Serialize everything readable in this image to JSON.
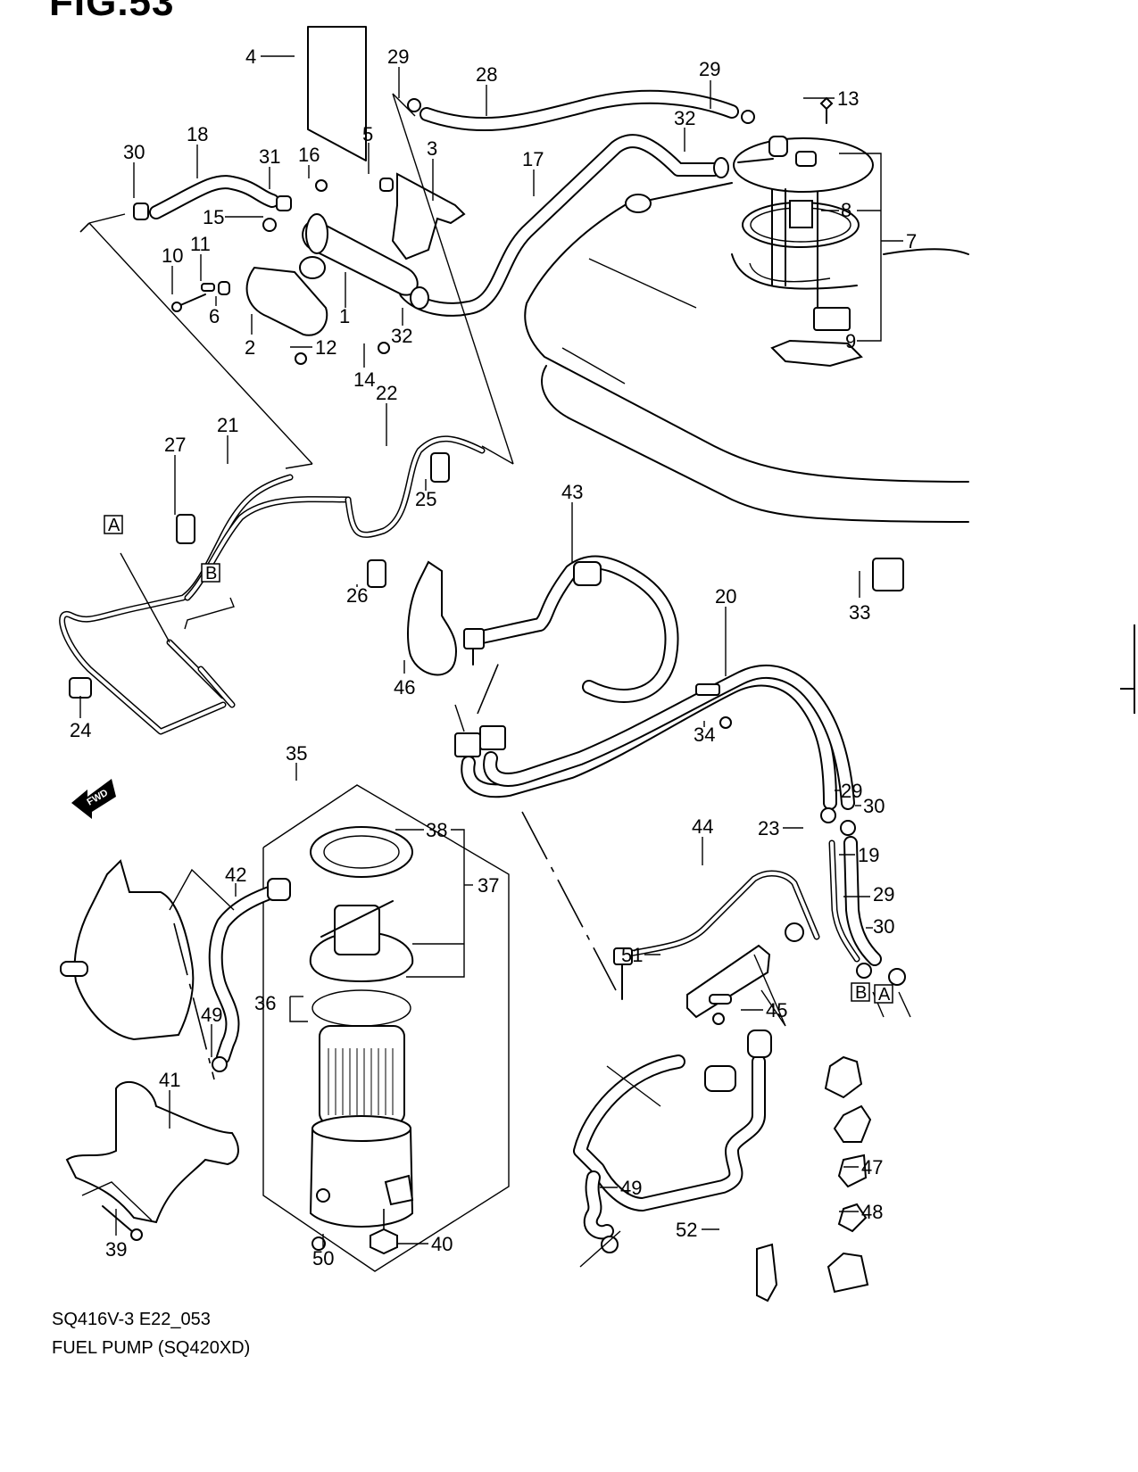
{
  "figure": {
    "title": "FIG.53",
    "model_code": "SQ416V-3 E22_053",
    "name": "FUEL PUMP (SQ420XD)",
    "direction_label": "FWD"
  },
  "reference_boxes": [
    "A",
    "B"
  ],
  "callouts": [
    {
      "id": "1",
      "label": "1"
    },
    {
      "id": "2",
      "label": "2"
    },
    {
      "id": "3",
      "label": "3"
    },
    {
      "id": "4",
      "label": "4"
    },
    {
      "id": "5",
      "label": "5"
    },
    {
      "id": "6",
      "label": "6"
    },
    {
      "id": "7",
      "label": "7"
    },
    {
      "id": "8",
      "label": "8"
    },
    {
      "id": "9",
      "label": "9"
    },
    {
      "id": "10",
      "label": "10"
    },
    {
      "id": "11",
      "label": "11"
    },
    {
      "id": "12",
      "label": "12"
    },
    {
      "id": "13",
      "label": "13"
    },
    {
      "id": "14",
      "label": "14"
    },
    {
      "id": "15",
      "label": "15"
    },
    {
      "id": "16",
      "label": "16"
    },
    {
      "id": "17",
      "label": "17"
    },
    {
      "id": "18",
      "label": "18"
    },
    {
      "id": "19",
      "label": "19"
    },
    {
      "id": "20",
      "label": "20"
    },
    {
      "id": "21",
      "label": "21"
    },
    {
      "id": "22",
      "label": "22"
    },
    {
      "id": "23",
      "label": "23"
    },
    {
      "id": "24",
      "label": "24"
    },
    {
      "id": "25",
      "label": "25"
    },
    {
      "id": "26",
      "label": "26"
    },
    {
      "id": "27",
      "label": "27"
    },
    {
      "id": "28",
      "label": "28"
    },
    {
      "id": "29a",
      "label": "29"
    },
    {
      "id": "29b",
      "label": "29"
    },
    {
      "id": "29c",
      "label": "29"
    },
    {
      "id": "29d",
      "label": "29"
    },
    {
      "id": "30a",
      "label": "30"
    },
    {
      "id": "30b",
      "label": "30"
    },
    {
      "id": "30c",
      "label": "30"
    },
    {
      "id": "31",
      "label": "31"
    },
    {
      "id": "32a",
      "label": "32"
    },
    {
      "id": "32b",
      "label": "32"
    },
    {
      "id": "33",
      "label": "33"
    },
    {
      "id": "34",
      "label": "34"
    },
    {
      "id": "35",
      "label": "35"
    },
    {
      "id": "36",
      "label": "36"
    },
    {
      "id": "37",
      "label": "37"
    },
    {
      "id": "38",
      "label": "38"
    },
    {
      "id": "39",
      "label": "39"
    },
    {
      "id": "40",
      "label": "40"
    },
    {
      "id": "41",
      "label": "41"
    },
    {
      "id": "42",
      "label": "42"
    },
    {
      "id": "43",
      "label": "43"
    },
    {
      "id": "44",
      "label": "44"
    },
    {
      "id": "45",
      "label": "45"
    },
    {
      "id": "46",
      "label": "46"
    },
    {
      "id": "47",
      "label": "47"
    },
    {
      "id": "48",
      "label": "48"
    },
    {
      "id": "49a",
      "label": "49"
    },
    {
      "id": "49b",
      "label": "49"
    },
    {
      "id": "50",
      "label": "50"
    },
    {
      "id": "51",
      "label": "51"
    },
    {
      "id": "52",
      "label": "52"
    }
  ]
}
